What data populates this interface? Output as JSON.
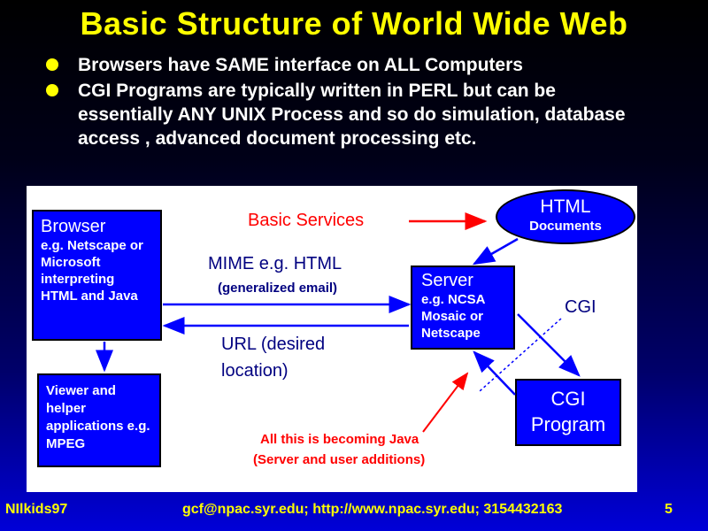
{
  "slide": {
    "title": "Basic Structure of World Wide Web",
    "bullets": [
      "Browsers have SAME interface on ALL Computers",
      "CGI Programs are typically written in PERL but can be essentially ANY UNIX Process and so do simulation, database access , advanced document processing etc."
    ]
  },
  "diagram": {
    "browser": {
      "title": "Browser",
      "text": "e.g. Netscape or Microsoft interpreting HTML and Java"
    },
    "viewer": {
      "text": "Viewer and helper applications e.g. MPEG"
    },
    "server": {
      "title": "Server",
      "text": "e.g. NCSA Mosaic or Netscape"
    },
    "html_docs": {
      "title": "HTML",
      "subtitle": "Documents"
    },
    "cgi_program": {
      "text": "CGI Program"
    },
    "labels": {
      "basic_services": "Basic Services",
      "mime": "MIME e.g. HTML",
      "mime_sub": "(generalized email)",
      "url": "URL (desired location)",
      "cgi": "CGI",
      "java_note_1": "All this is becoming Java",
      "java_note_2": "(Server and user additions)"
    }
  },
  "footer": {
    "left": "NIlkids97",
    "center": "gcf@npac.syr.edu; http://www.npac.syr.edu; 3154432163",
    "page": "5"
  },
  "colors": {
    "title": "#ffff00",
    "box_fill": "#0000ff",
    "arrow_blue": "#0000ff",
    "arrow_red": "#ff0000"
  }
}
